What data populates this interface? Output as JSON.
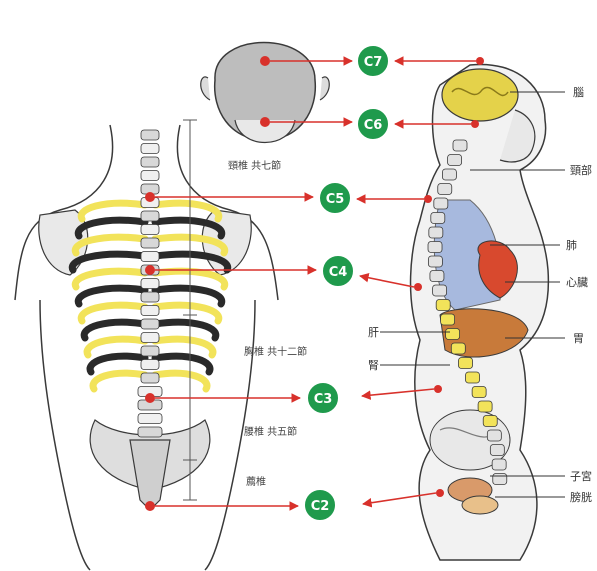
{
  "colors": {
    "badge": "#1f9a4c",
    "arrow": "#d8312b",
    "bone": "#f3f3f3",
    "rib_yellow": "#f2e35a",
    "outline": "#3a3a3a",
    "organ_red": "#d8492e",
    "lung_blue": "#8fa6d8"
  },
  "badges": {
    "c7": "C7",
    "c6": "C6",
    "c5": "C5",
    "c4": "C4",
    "c3": "C3",
    "c2": "C2"
  },
  "labels_left": {
    "cervical": "頸椎 共七節",
    "thoracic": "胸椎 共十二節",
    "lumbar": "腰椎 共五節",
    "sacrum": "薦椎"
  },
  "labels_right": {
    "brain": "腦",
    "neck": "頸部",
    "lung": "肺",
    "heart": "心臟",
    "stomach": "胃",
    "liver": "肝",
    "kidney": "腎",
    "uterus": "子宮",
    "bladder": "膀胱"
  }
}
